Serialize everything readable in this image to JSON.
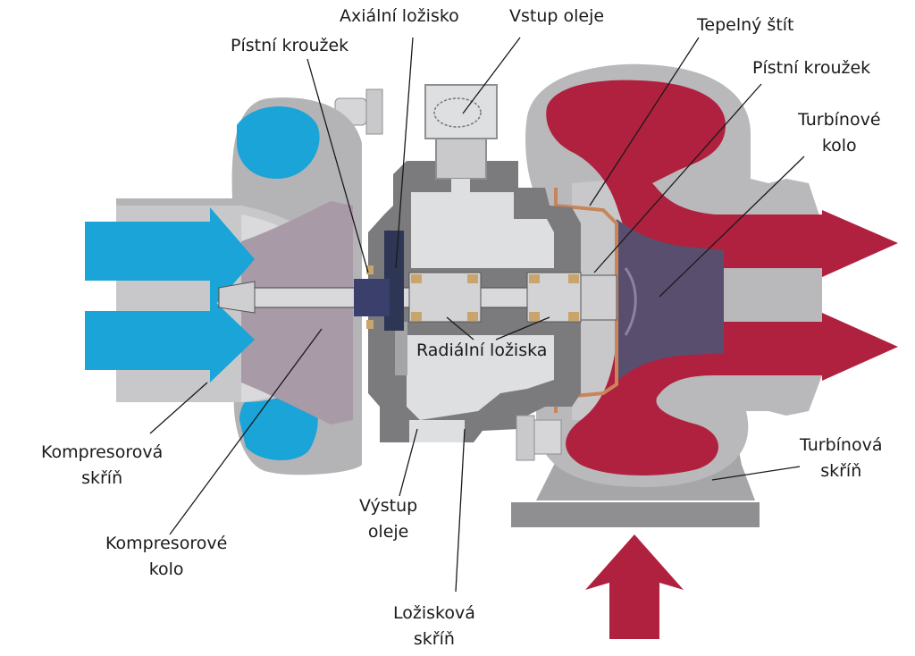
{
  "labels": {
    "axial_bearing": "Axiální ložisko",
    "oil_inlet": "Vstup oleje",
    "heat_shield": "Tepelný štít",
    "piston_ring_left": "Pístní kroužek",
    "piston_ring_right": "Pístní kroužek",
    "turbine_wheel": [
      "Turbínové",
      "kolo"
    ],
    "radial_bearings": "Radiální ložiska",
    "compressor_housing": [
      "Kompresorová",
      "skříň"
    ],
    "compressor_wheel": [
      "Kompresorové",
      "kolo"
    ],
    "oil_outlet": [
      "Výstup",
      "oleje"
    ],
    "bearing_housing": [
      "Ložisková",
      "skříň"
    ],
    "turbine_housing": [
      "Turbínová",
      "skříň"
    ]
  },
  "colors": {
    "housing_gray": "#b9b9bb",
    "dark_gray": "#7b7b7e",
    "light_gray": "#dedfe0",
    "compressor_mauve": "#a99aa8",
    "intake_blue": "#1ba4d8",
    "exhaust_red": "#b0213f",
    "turbine_purple": "#5a4e6e",
    "bearing_gold": "#c9a46b",
    "heat_shield_copper": "#c9855a"
  }
}
